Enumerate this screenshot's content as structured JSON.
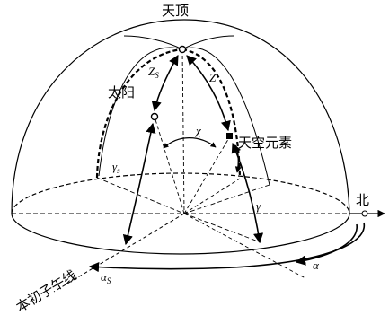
{
  "diagram": {
    "labels": {
      "zenith": "天顶",
      "sun": "太阳",
      "sky_element": "天空元素",
      "north": "北",
      "meridian": "本初子午线",
      "zs_main": "Z",
      "zs_sub": "S",
      "z": "Z",
      "chi": "χ",
      "gamma_s_main": "γ",
      "gamma_s_sub": "s",
      "gamma": "γ",
      "alpha_s_main": "α",
      "alpha_s_sub": "S",
      "alpha": "α"
    }
  }
}
